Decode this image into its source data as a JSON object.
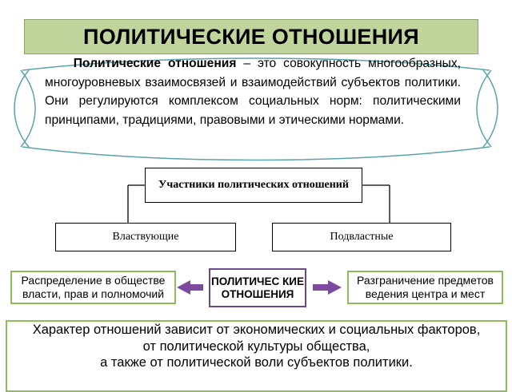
{
  "title": "ПОЛИТИЧЕСКИЕ ОТНОШЕНИЯ",
  "definition": {
    "term": "Политические отношения",
    "text": " – это совокупность многообразных, многоуровневых взаимосвязей и взаимодействий субъектов политики. Они регулируются комплексом социальных норм: политическими принципами, традициями, правовыми и этическими нормами."
  },
  "tree": {
    "root": "Участники политических отношений",
    "left": "Властвующие",
    "right": "Подвластные"
  },
  "relation": {
    "left": "Распределение в обществе власти, прав и полномочий",
    "center": "ПОЛИТИЧЕС КИЕ ОТНОШЕНИЯ",
    "right": "Разграничение предметов ведения центра и мест"
  },
  "bottom_lines": [
    "Характер отношений зависит от экономических и социальных факторов,",
    "от политической культуры общества,",
    "а также от политической воли субъектов политики."
  ],
  "colors": {
    "title_bg": "#bfd59b",
    "box_border_green": "#8fbc5b",
    "center_border": "#6a4a8c",
    "arrow": "#7b4a9e",
    "deco_line": "#5aa3a8"
  }
}
